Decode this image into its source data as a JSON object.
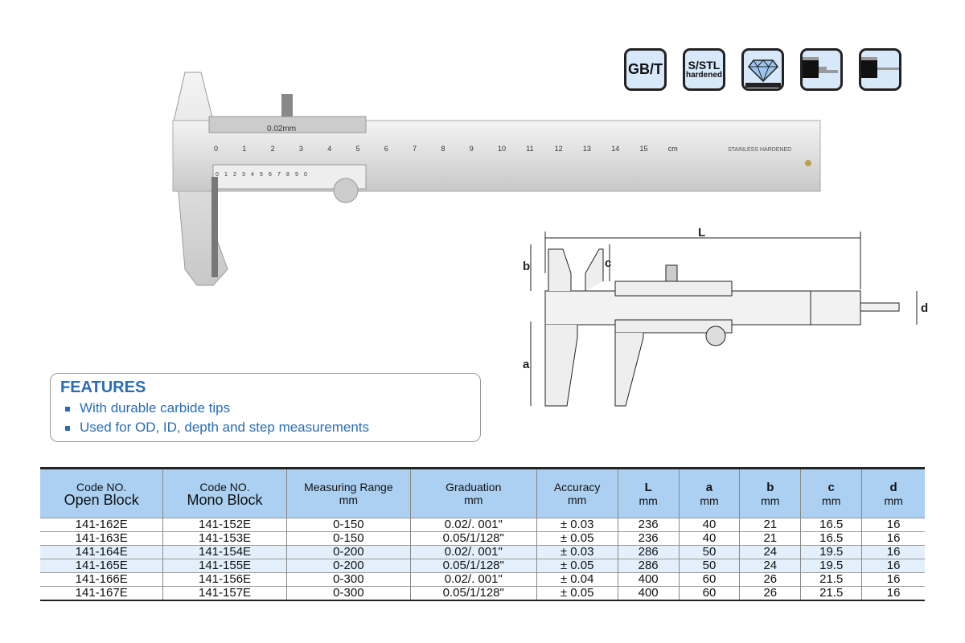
{
  "badges": [
    {
      "name": "gb-t-standard",
      "line1": "GB/T",
      "line2": ""
    },
    {
      "name": "stainless-hardened",
      "line1": "S/STL",
      "line2": "hardened"
    },
    {
      "name": "carbide-diamond",
      "line1": "",
      "line2": ""
    },
    {
      "name": "depth-rod-step",
      "line1": "",
      "line2": ""
    },
    {
      "name": "depth-rod-round",
      "line1": "",
      "line2": ""
    }
  ],
  "caliper": {
    "vernier_label": "0.02mm",
    "scale_numbers": [
      "0",
      "1",
      "2",
      "3",
      "4",
      "5",
      "6",
      "7",
      "8",
      "9",
      "10",
      "11",
      "12",
      "13",
      "14",
      "15",
      "cm"
    ],
    "vernier_numbers": [
      "0",
      "1",
      "2",
      "3",
      "4",
      "5",
      "6",
      "7",
      "8",
      "9",
      "0"
    ],
    "engraving": "STAINLESS  HARDENED"
  },
  "diagram": {
    "labels": {
      "L": "L",
      "a": "a",
      "b": "b",
      "c": "c",
      "d": "d"
    }
  },
  "features": {
    "title": "FEATURES",
    "items": [
      "With durable carbide tips",
      "Used for OD, ID, depth and step measurements"
    ]
  },
  "table": {
    "headers": [
      {
        "top": "Code NO.",
        "bottom": "Open Block"
      },
      {
        "top": "Code NO.",
        "bottom": "Mono Block"
      },
      {
        "top": "Measuring Range",
        "bottom": "mm"
      },
      {
        "top": "Graduation",
        "bottom": "mm"
      },
      {
        "top": "Accuracy",
        "bottom": "mm"
      },
      {
        "top": "L",
        "bottom": "mm"
      },
      {
        "top": "a",
        "bottom": "mm"
      },
      {
        "top": "b",
        "bottom": "mm"
      },
      {
        "top": "c",
        "bottom": "mm"
      },
      {
        "top": "d",
        "bottom": "mm"
      }
    ],
    "rows": [
      [
        "141-162E",
        "141-152E",
        "0-150",
        "0.02/. 001\"",
        "± 0.03",
        "236",
        "40",
        "21",
        "16.5",
        "16"
      ],
      [
        "141-163E",
        "141-153E",
        "0-150",
        "0.05/1/128\"",
        "± 0.05",
        "236",
        "40",
        "21",
        "16.5",
        "16"
      ],
      [
        "141-164E",
        "141-154E",
        "0-200",
        "0.02/. 001\"",
        "± 0.03",
        "286",
        "50",
        "24",
        "19.5",
        "16"
      ],
      [
        "141-165E",
        "141-155E",
        "0-200",
        "0.05/1/128\"",
        "± 0.05",
        "286",
        "50",
        "24",
        "19.5",
        "16"
      ],
      [
        "141-166E",
        "141-156E",
        "0-300",
        "0.02/. 001\"",
        "± 0.04",
        "400",
        "60",
        "26",
        "21.5",
        "16"
      ],
      [
        "141-167E",
        "141-157E",
        "0-300",
        "0.05/1/128\"",
        "± 0.05",
        "400",
        "60",
        "26",
        "21.5",
        "16"
      ]
    ]
  }
}
